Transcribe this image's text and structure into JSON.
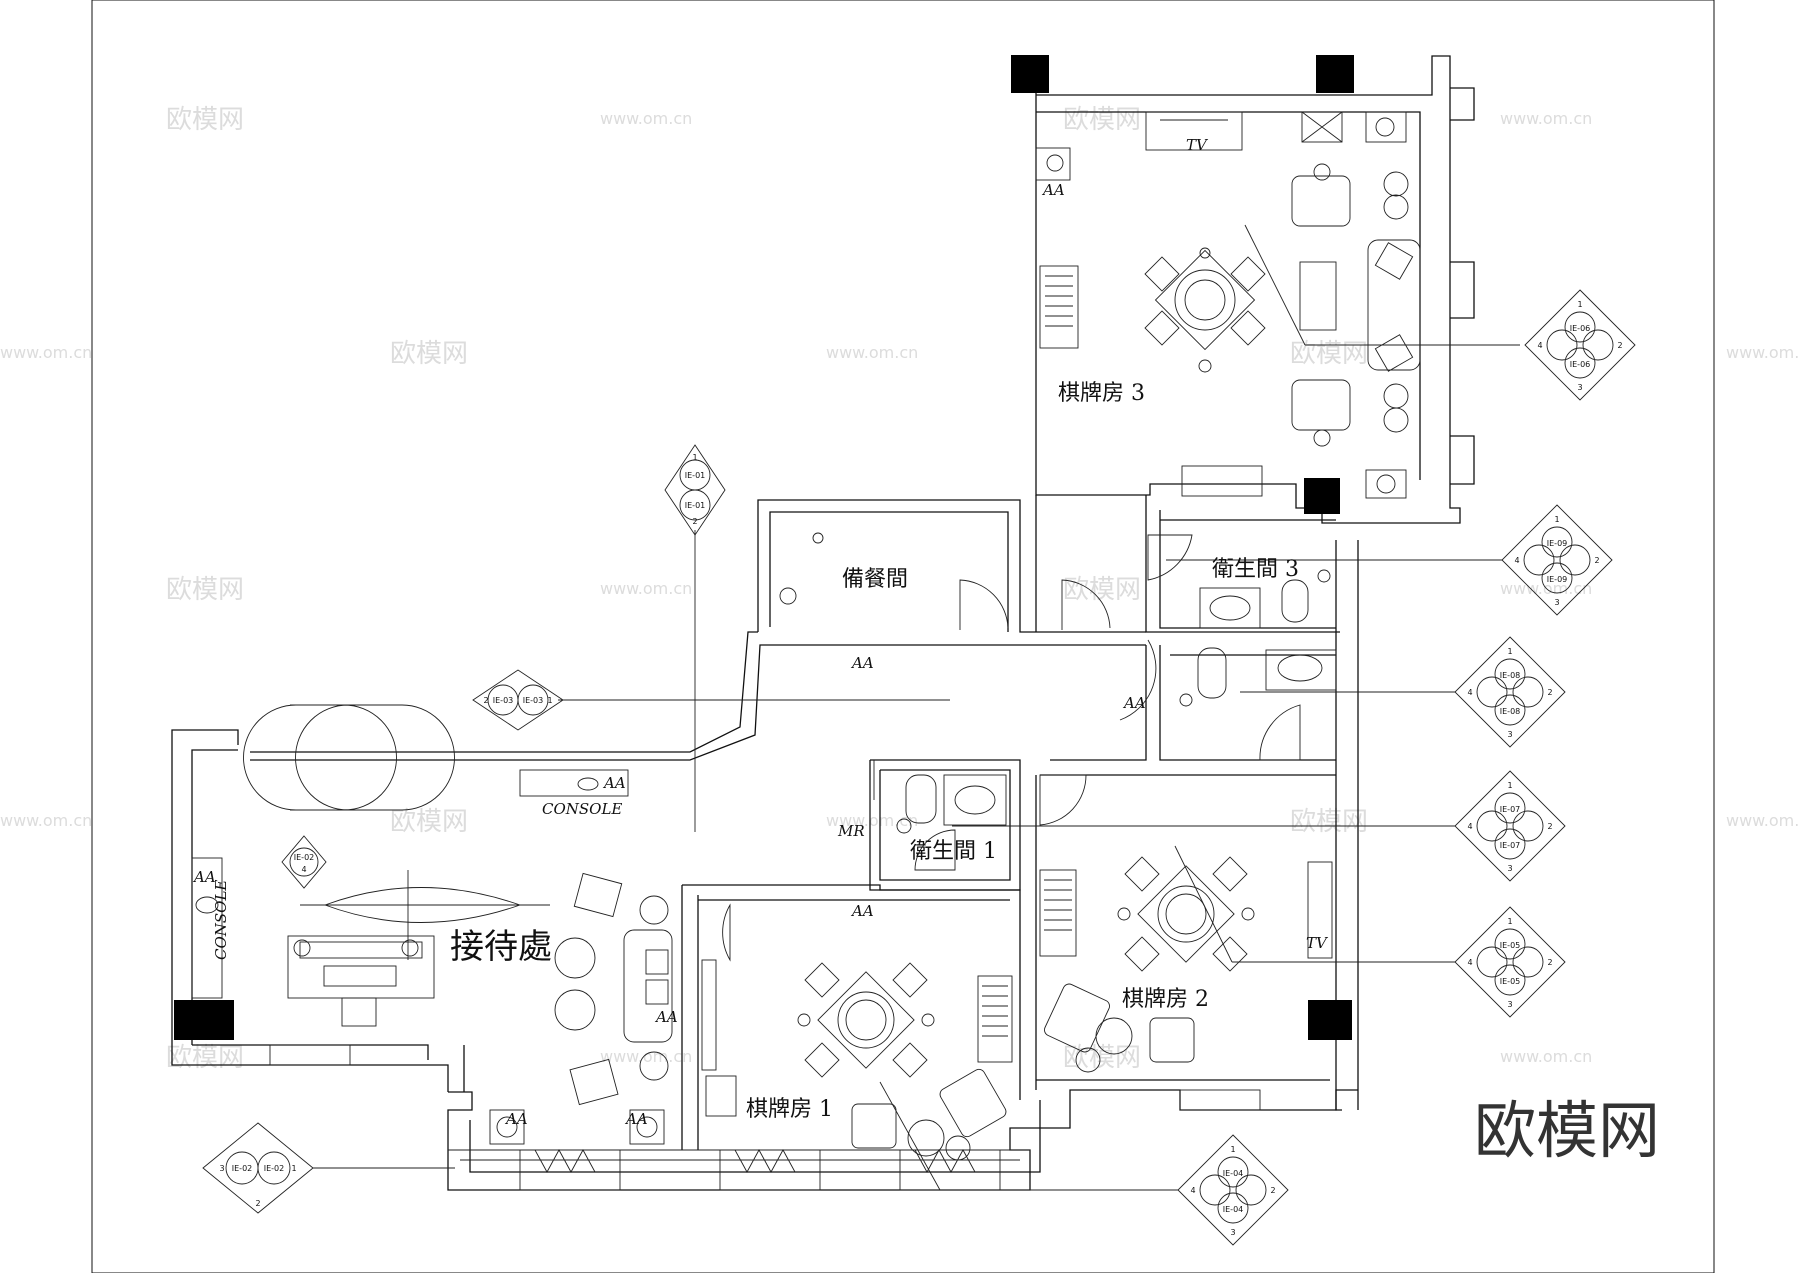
{
  "rooms": {
    "reception": "接待處",
    "pantry": "備餐間",
    "card_room_1": "棋牌房 1",
    "card_room_2": "棋牌房 2",
    "card_room_3": "棋牌房 3",
    "toilet_1": "衛生間 1",
    "toilet_3": "衛生間 3"
  },
  "tags": {
    "aa": "AA",
    "tv": "TV",
    "console": "CONSOLE",
    "mr": "MR"
  },
  "watermark": {
    "text": "欧模网",
    "url": "www.om.cn"
  },
  "brand": "欧模网",
  "elevation_markers": [
    {
      "id": "m-top",
      "ref": "IE-01",
      "nums": [
        "1",
        "2"
      ]
    },
    {
      "id": "m-left",
      "ref": "IE-03",
      "nums": [
        "1",
        "2"
      ]
    },
    {
      "id": "m-rec",
      "ref": "IE-02",
      "nums": [
        "4"
      ]
    },
    {
      "id": "m-bl",
      "ref": "IE-02",
      "nums": [
        "1",
        "2",
        "3"
      ]
    },
    {
      "id": "m-cr3",
      "ref": "IE-06",
      "nums": [
        "1",
        "2",
        "3",
        "4"
      ]
    },
    {
      "id": "m-t3",
      "ref": "IE-09",
      "nums": [
        "1",
        "2",
        "3",
        "4"
      ]
    },
    {
      "id": "m-t2",
      "ref": "IE-08",
      "nums": [
        "1",
        "2",
        "3",
        "4"
      ]
    },
    {
      "id": "m-t1",
      "ref": "IE-07",
      "nums": [
        "1",
        "2",
        "3",
        "4"
      ]
    },
    {
      "id": "m-cr2",
      "ref": "IE-05",
      "nums": [
        "1",
        "2",
        "3",
        "4"
      ]
    },
    {
      "id": "m-cr1",
      "ref": "IE-04",
      "nums": [
        "1",
        "2",
        "3",
        "4"
      ]
    }
  ]
}
